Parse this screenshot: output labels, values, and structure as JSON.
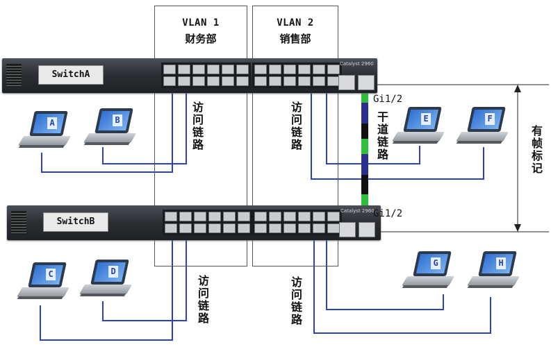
{
  "vlans": [
    {
      "title": "VLAN 1",
      "dept": "财务部"
    },
    {
      "title": "VLAN 2",
      "dept": "销售部"
    }
  ],
  "switches": [
    {
      "name": "SwitchA",
      "model": "Catalyst 2960"
    },
    {
      "name": "SwitchB",
      "model": "Catalyst 2960"
    }
  ],
  "access_link_label": "访问链路",
  "trunk": {
    "label": "干道链路",
    "port_top": "Gi1/2",
    "port_bottom": "Gi1/2",
    "colors": [
      "#2fbf3a",
      "#2b2f8f",
      "#111111"
    ]
  },
  "frame_tag_label": "有帧标记",
  "hosts": [
    "A",
    "B",
    "C",
    "D",
    "E",
    "F",
    "G",
    "H"
  ],
  "link_color": "#2940c8"
}
